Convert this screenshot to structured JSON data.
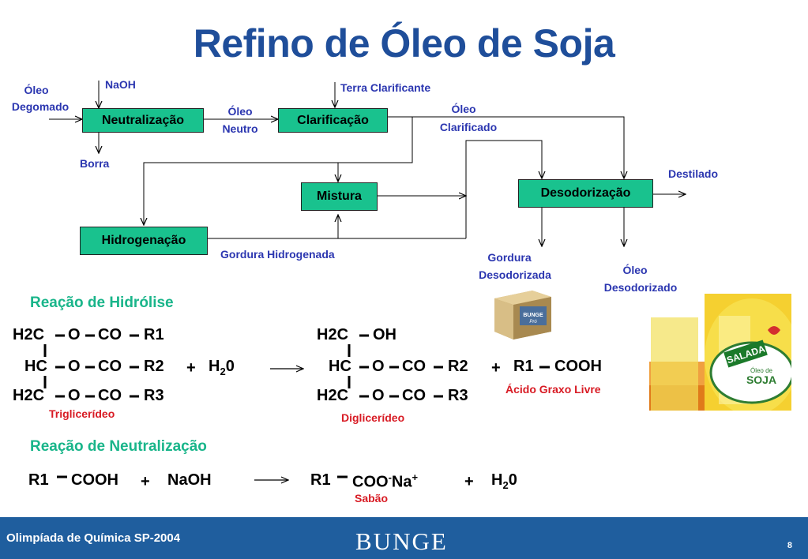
{
  "title": "Refino de Óleo de Soja",
  "flow": {
    "boxes": {
      "neutralizacao": "Neutralização",
      "clarificacao": "Clarificação",
      "mistura": "Mistura",
      "desodorizacao": "Desodorização",
      "hidrogenacao": "Hidrogenação"
    },
    "labels": {
      "oleo_degomado_1": "Óleo",
      "oleo_degomado_2": "Degomado",
      "naoh": "NaOH",
      "borra": "Borra",
      "oleo_neutro_1": "Óleo",
      "oleo_neutro_2": "Neutro",
      "terra": "Terra Clarificante",
      "oleo_clarificado_1": "Óleo",
      "oleo_clarificado_2": "Clarificado",
      "destilado": "Destilado",
      "gordura_hidrogenada": "Gordura Hidrogenada",
      "gordura_desodorizada_1": "Gordura",
      "gordura_desodorizada_2": "Desodorizada",
      "oleo_desodorizado_1": "Óleo",
      "oleo_desodorizado_2": "Desodorizado"
    }
  },
  "hidrolise": {
    "heading": "Reação de Hidrólise",
    "l1": "H2C",
    "l1a": "O",
    "l1b": "CO",
    "l1c": "R1",
    "l2": "HC",
    "l2a": "O",
    "l2b": "CO",
    "l2c": "R2",
    "l3": "H2C",
    "l3a": "O",
    "l3b": "CO",
    "l3c": "R3",
    "plus1": "+",
    "water_h": "H",
    "water_sub": "2",
    "water_o": "0",
    "r1": "H2C",
    "r1a": "OH",
    "r2": "HC",
    "r2a": "O",
    "r2b": "CO",
    "r2c": "R2",
    "r3": "H2C",
    "r3a": "O",
    "r3b": "CO",
    "r3c": "R3",
    "plus2": "+",
    "acid_r": "R1",
    "acid_cooh": "COOH",
    "trig": "Triglicerídeo",
    "dig": "Diglicerídeo",
    "acido": "Ácido Graxo Livre"
  },
  "neutralizacao": {
    "heading": "Reação de Neutralização",
    "r1": "R1",
    "cooh": "COOH",
    "plus1": "+",
    "naoh": "NaOH",
    "p_r1": "R1",
    "coo": "COO",
    "minus": "-",
    "na": "Na",
    "plus_sup": "+",
    "plus2": "+",
    "water_h": "H",
    "water_sub": "2",
    "water_o": "0",
    "sabao": "Sabão"
  },
  "product_box": {
    "brand": "BUNGE",
    "sub": "Pró"
  },
  "bottle": {
    "brand": "SALADA",
    "line1": "Óleo de",
    "line2": "SOJA"
  },
  "footer": {
    "left": "Olimpíada de Química SP-2004",
    "logo": "BUNGE",
    "page": "8"
  }
}
